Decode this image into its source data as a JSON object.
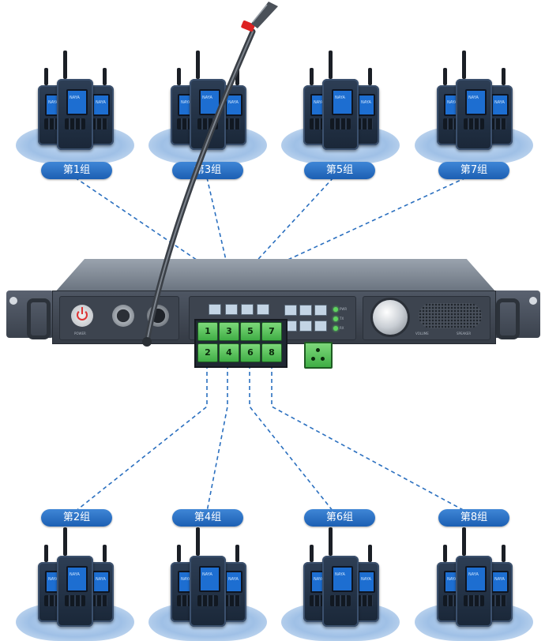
{
  "groups": {
    "top": [
      "第1组",
      "第3组",
      "第5组",
      "第7组"
    ],
    "bottom": [
      "第2组",
      "第4组",
      "第6组",
      "第8组"
    ]
  },
  "radio_screen_text": "NAYA",
  "panel": {
    "group_keys": [
      "1",
      "3",
      "5",
      "7",
      "2",
      "4",
      "6",
      "8"
    ],
    "power_label": "POWER",
    "volume_label": "VOLUME",
    "speaker_label": "SPEAKER",
    "led_labels": [
      "PWR",
      "TX",
      "RX"
    ]
  },
  "colors": {
    "label_blue": "#2a72c6",
    "connector_line": "#2a6fbf",
    "key_green": "#54c45a",
    "chassis": "#4a5261"
  },
  "icons": [
    "microphone-gooseneck-icon",
    "power-icon",
    "xlr-connector-icon",
    "volume-knob-icon",
    "speaker-grille-icon",
    "intercom-radio-icon"
  ]
}
